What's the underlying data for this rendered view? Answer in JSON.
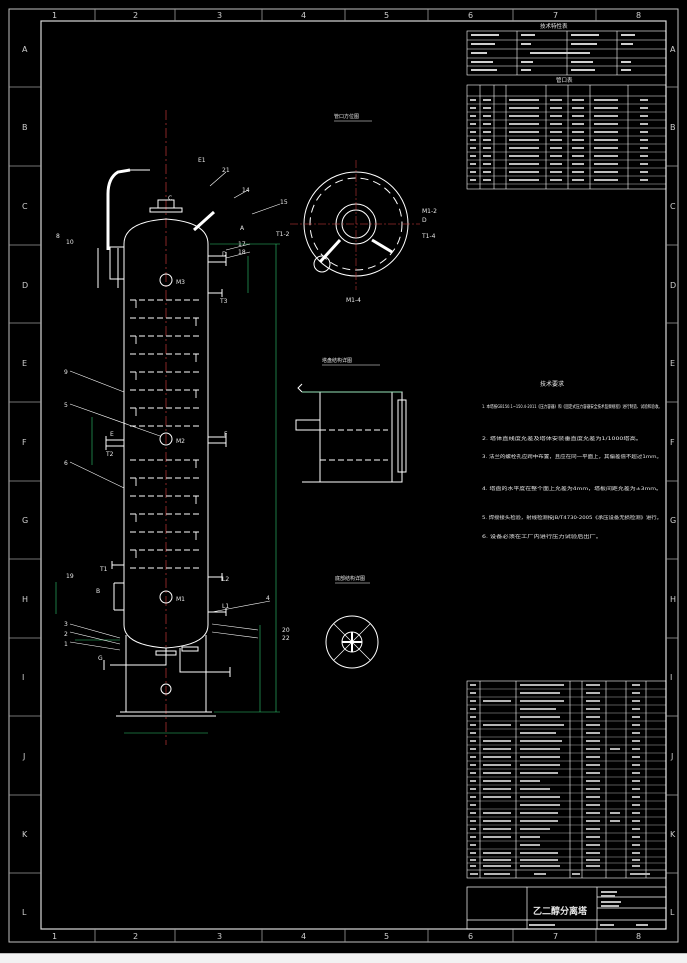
{
  "drawing": {
    "title": "乙二醇分离塔",
    "column_labels": [
      "1",
      "2",
      "3",
      "4",
      "5",
      "6",
      "7",
      "8"
    ],
    "row_labels": [
      "A",
      "B",
      "C",
      "D",
      "E",
      "F",
      "G",
      "H",
      "I",
      "J",
      "K",
      "L"
    ],
    "tech_spec_title": "技术特性表",
    "nozzle_table_title": "管口表",
    "requirements_title": "技术要求",
    "requirements": [
      "1. 本塔按GB150.1~150.4-2011《压力容器》和《固定式压力容器安全技术监察规程》进行制造、试验和验收。",
      "2. 塔体直线度允差及塔体安装垂直度允差为1/1000塔高。",
      "3. 法兰的螺栓孔应跨中布置，且应在同一平面上，其偏差值不超过1mm。",
      "4. 塔盘的水平度在整个面上允差为4mm，塔板间距允差为±3mm。",
      "5. 焊接接头检验，射线检测按JB/T4730-2005《承压设备无损检测》进行。",
      "6. 设备必须在工厂内进行压力试验后出厂。"
    ],
    "view_titles": {
      "top": "管口方位图",
      "detail_tray": "塔盘结构详图",
      "detail_bottom": "底部结构详图"
    },
    "nozzle_marks": {
      "m3": "M3",
      "m2": "M2",
      "m1": "M1",
      "a": "A",
      "b": "B",
      "c": "C",
      "d": "D",
      "e": "E",
      "f": "F",
      "g": "G",
      "t1": "T1",
      "t2": "T2",
      "t3": "T3",
      "n17": "17",
      "n18": "18",
      "n14": "14",
      "n15": "15",
      "n21": "21",
      "n22": "22",
      "n8": "8",
      "n10": "10",
      "n9": "9",
      "n5": "5",
      "n6": "6",
      "n4": "4",
      "n3": "3",
      "n2": "2",
      "n1": "1",
      "n19": "19",
      "n20": "20",
      "l1": "L1",
      "l2": "L2",
      "e1": "E1",
      "m12": "M1-2",
      "m14": "M1-4",
      "t14": "T1-4",
      "t12": "T1-2"
    }
  }
}
